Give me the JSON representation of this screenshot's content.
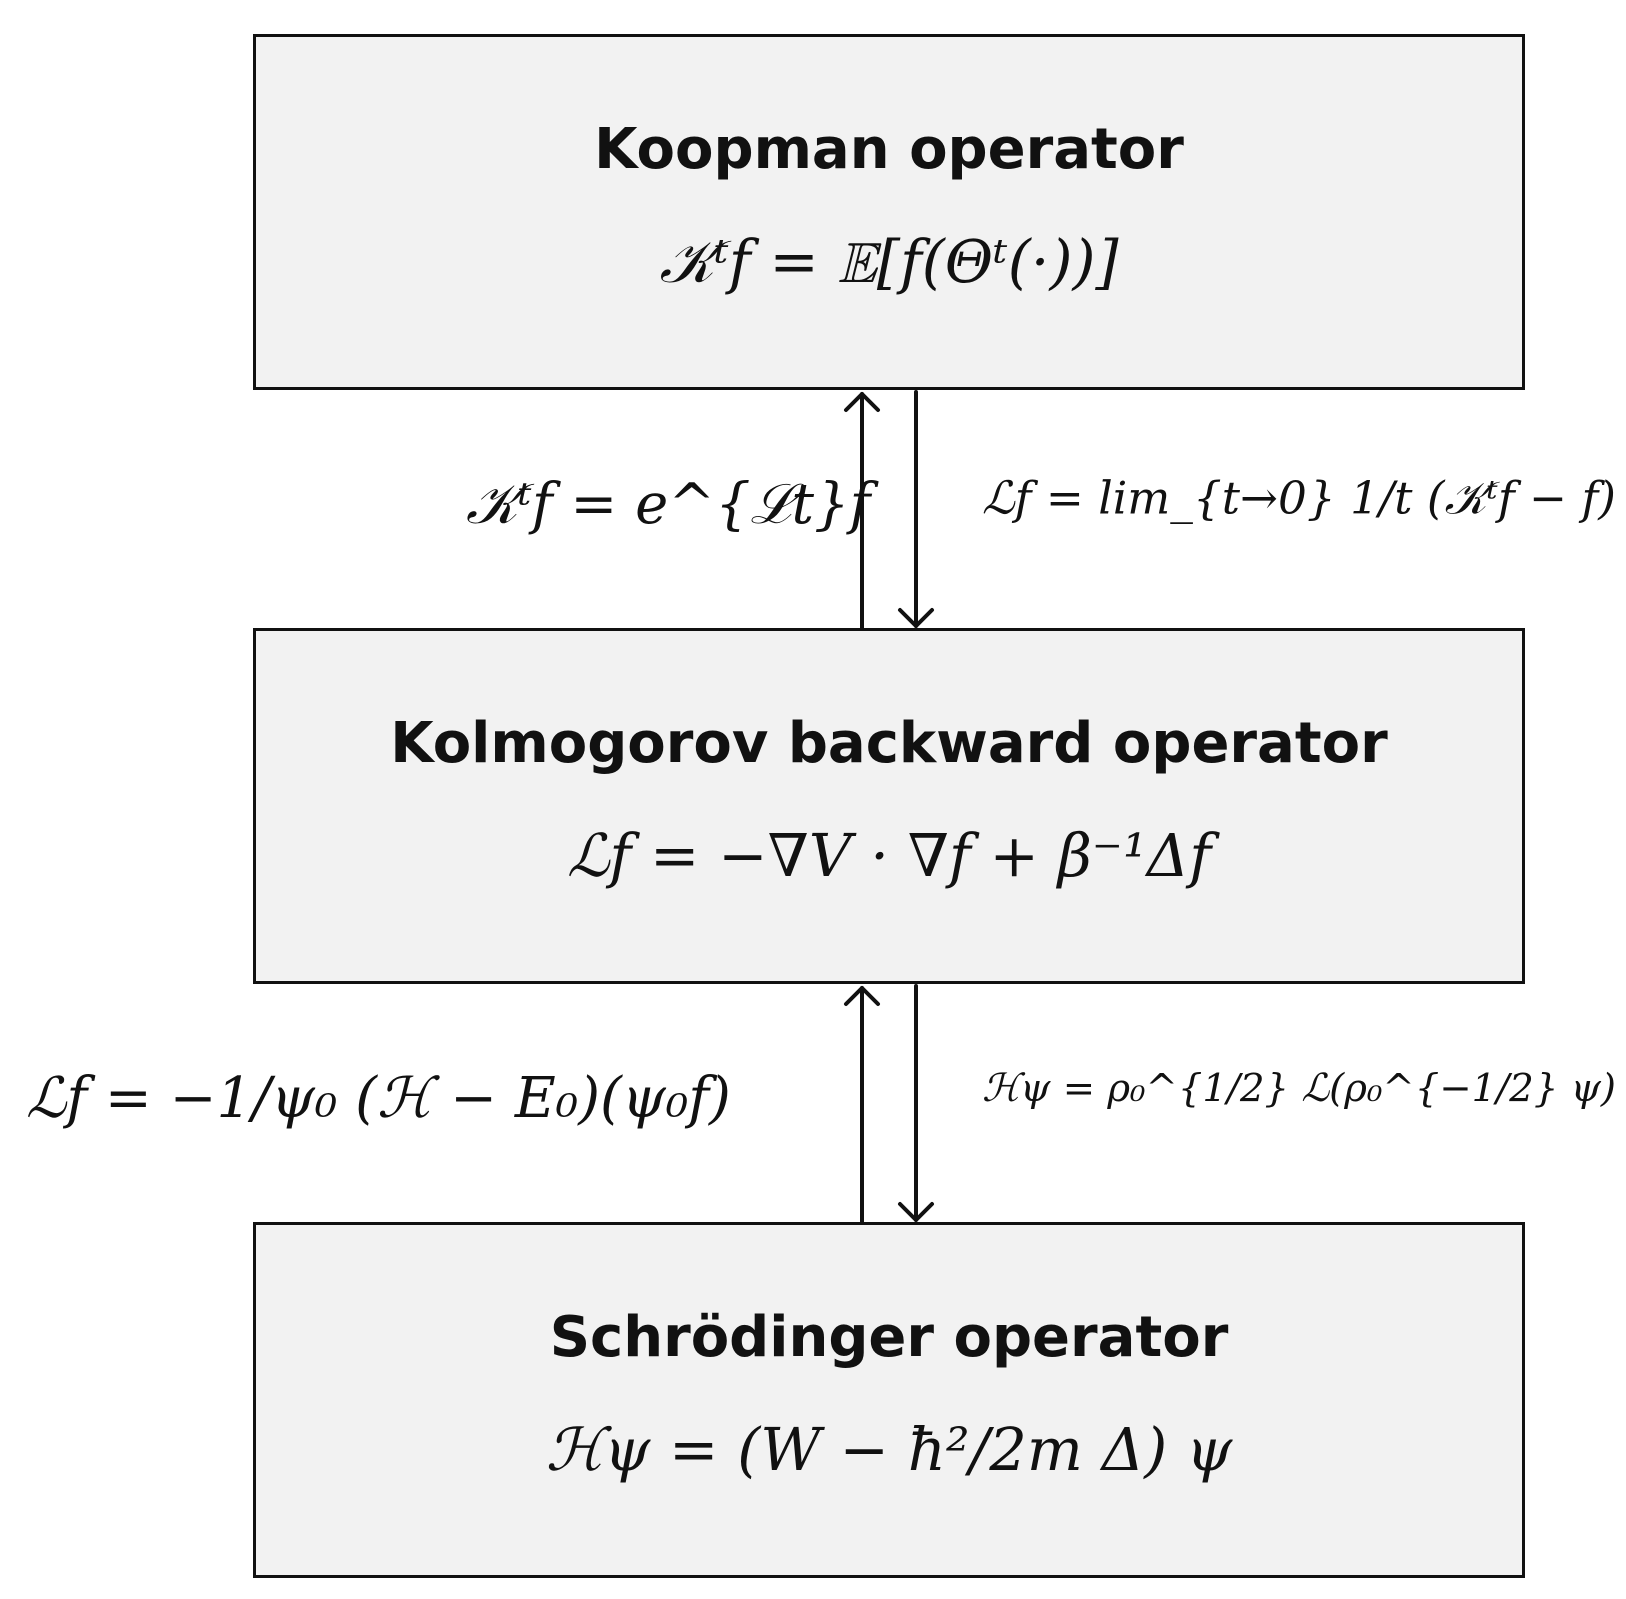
{
  "boxes": {
    "koopman": {
      "title": "Koopman operator",
      "eq": "𝒦ᵗf = 𝔼[f(Θᵗ(·))]"
    },
    "kolmogorov": {
      "title": "Kolmogorov backward operator",
      "eq": "ℒf = −∇V · ∇f + β⁻¹Δf"
    },
    "schrodinger": {
      "title": "Schrödinger operator",
      "eq": "ℋψ = (W − ħ²/2m Δ) ψ"
    }
  },
  "relations": {
    "koopman_from_generator": "𝒦ᵗf = e^{ℒt}f",
    "generator_from_koopman": "ℒf = lim_{t→0} 1/t (𝒦ᵗf − f)",
    "generator_from_hamiltonian": "ℒf = −1/ψ₀ (ℋ − E₀)(ψ₀f)",
    "hamiltonian_from_generator": "ℋψ = ρ₀^{1/2} ℒ(ρ₀^{−1/2} ψ)"
  }
}
